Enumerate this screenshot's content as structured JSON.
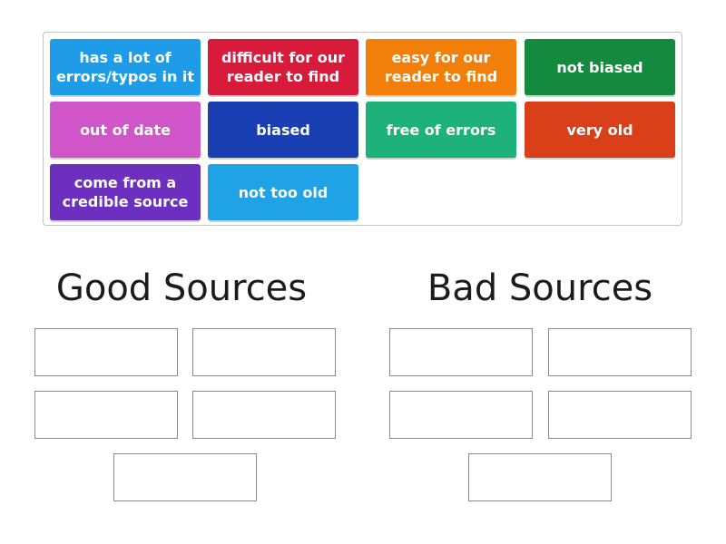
{
  "tiles": [
    {
      "label": "has a lot of errors/typos in it",
      "color": "#1e9ce8"
    },
    {
      "label": "difficult for our reader to find",
      "color": "#d81b3a"
    },
    {
      "label": "easy for our reader to find",
      "color": "#f27f09"
    },
    {
      "label": "not biased",
      "color": "#138a3d"
    },
    {
      "label": "out of date",
      "color": "#cf55c8"
    },
    {
      "label": "biased",
      "color": "#1a3fb3"
    },
    {
      "label": "free of errors",
      "color": "#1db27b"
    },
    {
      "label": "very old",
      "color": "#d9401a"
    },
    {
      "label": "come from a credible source",
      "color": "#6c2fbf"
    },
    {
      "label": "not too old",
      "color": "#20a2e6"
    }
  ],
  "groups": [
    {
      "title": "Good Sources",
      "slot_count": 5
    },
    {
      "title": "Bad Sources",
      "slot_count": 5
    }
  ]
}
